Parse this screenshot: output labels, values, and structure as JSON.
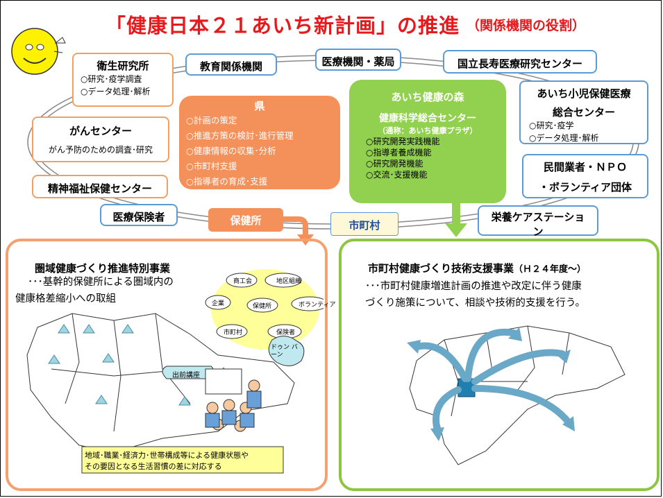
{
  "title": "「健康日本２１あいち新計画」の推進",
  "subtitle": "（関係機関の役割）",
  "orgs": {
    "eisei": {
      "name": "衛生研究所",
      "lines": [
        "○研究･疫学調査",
        "○データ処理･解析"
      ]
    },
    "kyoiku": {
      "name": "教育関係機関"
    },
    "iryo_kikan": {
      "name": "医療機関・薬局"
    },
    "kokuritsu": {
      "name": "国立長寿医療研究センター"
    },
    "shoni": {
      "name": "あいち小児保健医療",
      "name2": "総合センター",
      "lines": [
        "○研究･疫学",
        "○データ処理･解析"
      ]
    },
    "gan": {
      "name": "がんセンター",
      "lines": [
        "がん予防のための調査･研究"
      ]
    },
    "seishin": {
      "name": "精神福祉保健センター"
    },
    "hoken_sha": {
      "name": "医療保険者"
    },
    "minkan": {
      "name": "民間業者・ＮＰＯ",
      "name2": "・ボランティア団体"
    },
    "eiyo": {
      "name": "栄養ケアステーショ",
      "name2": "ン"
    },
    "hokenjo": {
      "name": "保健所"
    },
    "shichoson": {
      "name": "市町村"
    }
  },
  "ken": {
    "name": "県",
    "lines": [
      "○計画の策定",
      "○推進方策の検討･進行管理",
      "○健康情報の収集･分析",
      "○市町村支援",
      "○指導者の育成･支援"
    ]
  },
  "mori": {
    "name": "あいち健康の森",
    "sub": "健康科学総合センター",
    "nick": "（通称：あいち健康プラザ）",
    "lines": [
      "○研究開発実践機能",
      "○指導者養成機能",
      "○研究開発機能",
      "○交流･支援機能"
    ]
  },
  "left_panel": {
    "title": "圏域健康づくり推進特別事業",
    "text1": "･･･基幹的保健所による圏域内の",
    "text2": "健康格差縮小への取組",
    "bubbles": [
      "商工会",
      "地区組織",
      "ボランティア",
      "企業",
      "保健所",
      "市町村",
      "保険者"
    ],
    "callout1": "出前講座",
    "callout2": "ドゥン バーン",
    "note1": "地域･職業･経済力･世帯構成等による健康状態や",
    "note2": "その要因となる生活習慣の差に対応する"
  },
  "right_panel": {
    "title": "市町村健康づくり技術支援事業",
    "title_tail": "（Ｈ２４年度～）",
    "text1": "･･･市町村健康増進計画の推進や改定に伴う健康",
    "text2": "づくり施策について、相談や技術的支援を行う。"
  },
  "colors": {
    "title": "#e8191c",
    "ken": "#f4905a",
    "mori": "#92d050",
    "orange_border": "#f0a060",
    "blue_border": "#5b9bd5",
    "green_border": "#8cc63f"
  }
}
